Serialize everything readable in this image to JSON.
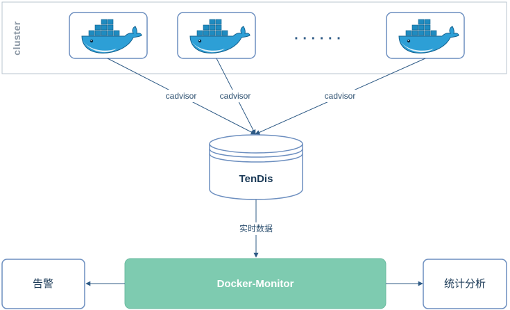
{
  "cluster": {
    "label": "cluster",
    "ellipsis": "· · · · · ·",
    "nodes": [
      {
        "icon": "docker-whale-icon"
      },
      {
        "icon": "docker-whale-icon"
      },
      {
        "icon": "docker-whale-icon"
      }
    ]
  },
  "edges": {
    "cadvisor_1": "cadvisor",
    "cadvisor_2": "cadvisor",
    "cadvisor_3": "cadvisor",
    "realtime_data": "实时数据"
  },
  "tendis": {
    "label": "TenDis"
  },
  "monitor": {
    "label": "Docker-Monitor"
  },
  "alert": {
    "label": "告警"
  },
  "analysis": {
    "label": "统计分析"
  },
  "colors": {
    "line": "#2f5b86",
    "box_border": "#6c8ebf",
    "monitor_fill": "#7ecbb0",
    "whale_blue": "#2d9fd6",
    "container_blue": "#1f8bc0"
  }
}
